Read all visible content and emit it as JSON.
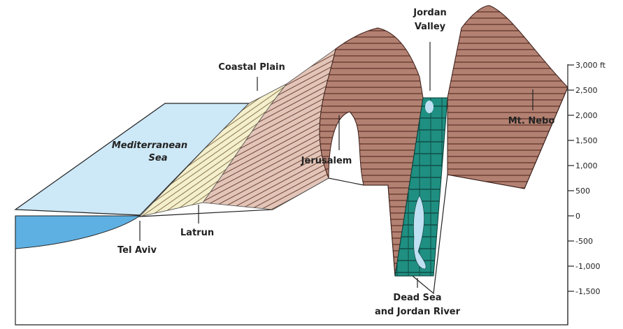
{
  "diagram": {
    "labels": {
      "jordan_valley": [
        "Jordan",
        "Valley"
      ],
      "coastal_plain": "Coastal Plain",
      "mediterranean_sea": [
        "Mediterranean",
        "Sea"
      ],
      "jerusalem": "Jerusalem",
      "mt_nebo": "Mt. Nebo",
      "latrun": "Latrun",
      "tel_aviv": "Tel Aviv",
      "dead_sea": [
        "Dead Sea",
        "and Jordan River"
      ]
    },
    "elevation_scale": {
      "unit": "ft",
      "ticks": [
        {
          "value": 3000,
          "label": "3,000 ft"
        },
        {
          "value": 2500,
          "label": "2,500"
        },
        {
          "value": 2000,
          "label": "2,000"
        },
        {
          "value": 1500,
          "label": "1,500"
        },
        {
          "value": 1000,
          "label": "1,000"
        },
        {
          "value": 500,
          "label": "500"
        },
        {
          "value": 0,
          "label": "0"
        },
        {
          "value": -500,
          "label": "-500"
        },
        {
          "value": -1000,
          "label": "-1,000"
        },
        {
          "value": -1500,
          "label": "-1,500"
        }
      ]
    },
    "colors": {
      "sea": "#cde8f7",
      "sea_section": "#5fb0e2",
      "plain": "#f3edc8",
      "land": "#a8766a",
      "land_light": "#d9b3a6",
      "rift": "#1f8f82",
      "dead_sea": "#bfe0f2"
    }
  }
}
